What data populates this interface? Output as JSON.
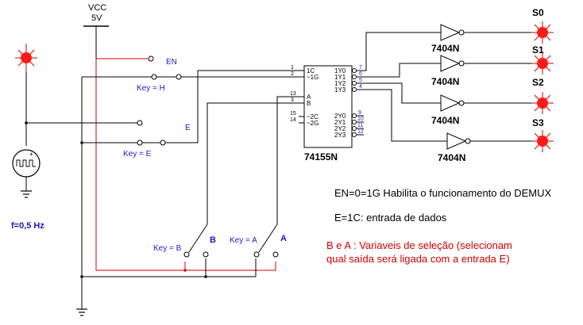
{
  "colors": {
    "wire": "#000000",
    "vcc_wire": "#cc0000",
    "led": "#ff1a1a",
    "label_blue": "#1a1acc",
    "note_red": "#cc0000"
  },
  "vcc": {
    "label": "VCC",
    "value": "5V"
  },
  "switches": {
    "en": {
      "name": "EN",
      "key": "Key = H"
    },
    "e": {
      "name": "E",
      "key": "Key = E"
    },
    "b": {
      "name": "B",
      "key": "Key = B"
    },
    "a": {
      "name": "A",
      "key": "Key = A"
    }
  },
  "clock": {
    "freq": "f=0,5 Hz"
  },
  "ic": {
    "part": "74155N",
    "left_pins": [
      {
        "num": "1",
        "name": "1C"
      },
      {
        "num": "2",
        "name": "~1G"
      },
      {
        "num": "13",
        "name": "A"
      },
      {
        "num": "3",
        "name": "B"
      },
      {
        "num": "15",
        "name": "~2C"
      },
      {
        "num": "14",
        "name": "~2G"
      }
    ],
    "right_pins": [
      {
        "num": "7",
        "name": "1Y0"
      },
      {
        "num": "6",
        "name": "1Y1"
      },
      {
        "num": "5",
        "name": "1Y2"
      },
      {
        "num": "4",
        "name": "1Y3"
      },
      {
        "num": "9",
        "name": "2Y0"
      },
      {
        "num": "10",
        "name": "2Y1"
      },
      {
        "num": "11",
        "name": "2Y2"
      },
      {
        "num": "12",
        "name": "2Y3"
      }
    ]
  },
  "inverters": [
    "7404N",
    "7404N",
    "7404N",
    "7404N"
  ],
  "outputs": [
    "S0",
    "S1",
    "S2",
    "S3"
  ],
  "notes": {
    "line1": "EN=0=1G Habilita o funcionamento do DEMUX",
    "line2": "E=1C: entrada de dados",
    "line3": "B e A : Variaveis de seleção (selecionam",
    "line4": "qual saída será ligada com a entrada  E)"
  }
}
